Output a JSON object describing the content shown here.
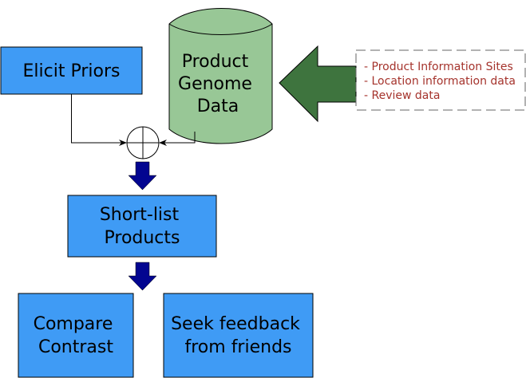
{
  "nodes": {
    "elicit": {
      "label": [
        "Elicit Priors"
      ]
    },
    "genome": {
      "label": [
        "Product",
        "Genome",
        "Data"
      ]
    },
    "shortlist": {
      "label": [
        "Short-list",
        "Products"
      ]
    },
    "compare": {
      "label": [
        "Compare",
        "Contrast"
      ]
    },
    "seek": {
      "label": [
        "Seek feedback",
        "from friends"
      ]
    }
  },
  "sources_note": {
    "lines": [
      "- Product Information Sites",
      "- Location information data",
      "- Review data"
    ]
  },
  "colors": {
    "box_fill": "#3f9bf5",
    "cylinder_fill": "#98c796",
    "big_arrow_fill": "#3e743e",
    "flow_arrow_fill": "#020590",
    "note_text": "#a5332c"
  }
}
